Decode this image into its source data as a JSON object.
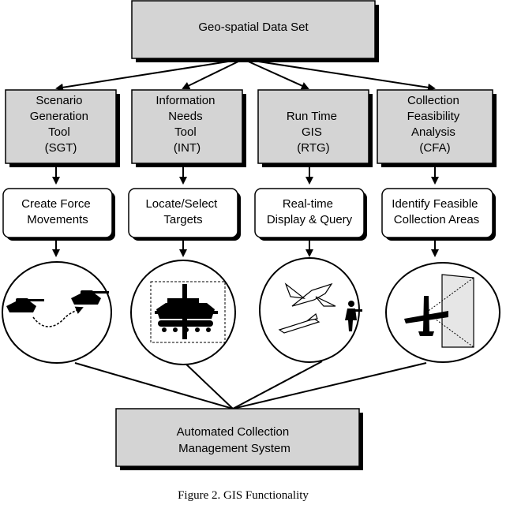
{
  "top_box": {
    "label": "Geo-spatial Data Set"
  },
  "tools": [
    {
      "id": "sgt",
      "lines": [
        "Scenario",
        "Generation",
        "Tool",
        "(SGT)"
      ]
    },
    {
      "id": "int",
      "lines": [
        "Information",
        "Needs",
        "Tool",
        "(INT)"
      ]
    },
    {
      "id": "rtg",
      "lines": [
        "Run Time",
        "GIS",
        "(RTG)"
      ]
    },
    {
      "id": "cfa",
      "lines": [
        "Collection",
        "Feasibility",
        "Analysis",
        "(CFA)"
      ]
    }
  ],
  "functions": [
    {
      "id": "sgt",
      "lines": [
        "Create Force",
        "Movements"
      ]
    },
    {
      "id": "int",
      "lines": [
        "Locate/Select",
        "Targets"
      ]
    },
    {
      "id": "rtg",
      "lines": [
        "Real-time",
        "Display & Query"
      ]
    },
    {
      "id": "cfa",
      "lines": [
        "Identify Feasible",
        "Collection Areas"
      ]
    }
  ],
  "icons": [
    "tank-movement-icon",
    "target-selection-icon",
    "aircraft-soldier-icon",
    "sensor-coverage-icon"
  ],
  "bottom_box": {
    "lines": [
      "Automated Collection",
      "Management System"
    ]
  },
  "caption": "Figure 2. GIS Functionality",
  "colors": {
    "box_fill": "#d4d4d4",
    "shadow": "#000000",
    "line": "#000000"
  }
}
